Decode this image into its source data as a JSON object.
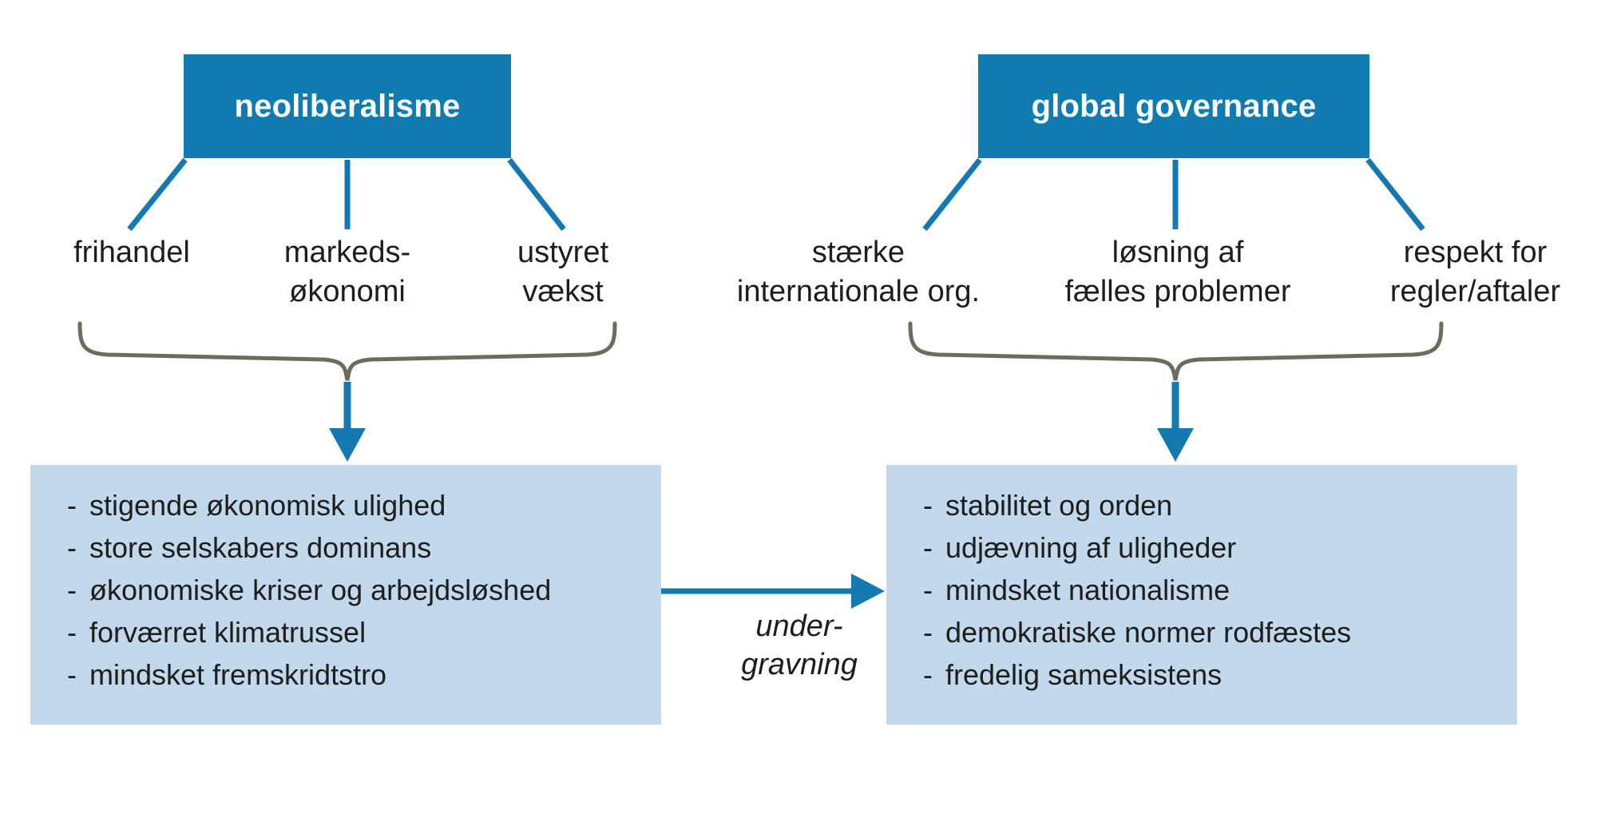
{
  "diagram": {
    "title_left": "neoliberalisme",
    "title_right": "global governance",
    "colors": {
      "header_blue": "#0f7bb0",
      "connector_blue": "#1479b0",
      "brace_gray": "#6b6b5e",
      "panel_blue": "#c2d8ec",
      "text_dark": "#1d1d1b",
      "header_text": "#ffffff"
    },
    "left_branch": {
      "labels": [
        "frihandel",
        "markeds-\nøkonomi",
        "ustyret\nvækst"
      ]
    },
    "right_branch": {
      "labels": [
        "stærke\ninternationale org.",
        "løsning af\nfælles problemer",
        "respekt for\nregler/aftaler"
      ]
    },
    "left_outcomes": {
      "bullet_marker": "-",
      "items": [
        "stigende økonomisk ulighed",
        "store selskabers dominans",
        "økonomiske kriser og arbejdsløshed",
        "forværret klimatrussel",
        "mindsket fremskridtstro"
      ]
    },
    "right_outcomes": {
      "bullet_marker": "-",
      "items": [
        "stabilitet og orden",
        "udjævning af uligheder",
        "mindsket nationalisme",
        "demokratiske normer rodfæstes",
        "fredelig sameksistens"
      ]
    },
    "link": {
      "label": "under-\ngravning",
      "direction": "left-to-right"
    }
  }
}
